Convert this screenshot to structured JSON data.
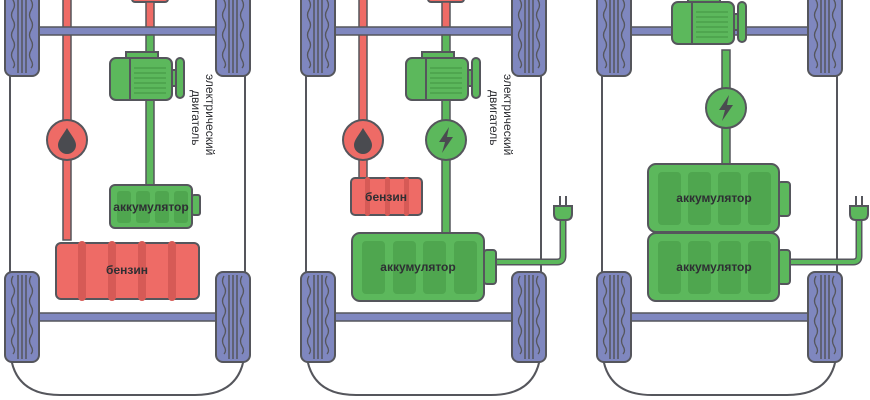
{
  "colors": {
    "outline": "#55565c",
    "wheel": "#7f87bf",
    "axle": "#7f87bf",
    "fuel": "#ee6b66",
    "fuel_dark": "#d65a56",
    "electric": "#5cb85c",
    "electric_dark": "#4fa64f",
    "icon_dark": "#4a4b50",
    "background": "#ffffff"
  },
  "panels": [
    {
      "id": "hybrid",
      "motor_label_line1": "электрический",
      "motor_label_line2": "двигатель",
      "battery_label": "аккумулятор",
      "fuel_tank_label": "бензин",
      "fuel_icon": "fuel-drop-icon"
    },
    {
      "id": "plugin-hybrid",
      "motor_label_line1": "электрический",
      "motor_label_line2": "двигатель",
      "battery_label": "аккумулятор",
      "fuel_tank_label": "бензин",
      "fuel_icon": "fuel-drop-icon",
      "electric_icon": "lightning-bolt-icon",
      "plug_icon": "power-plug-icon"
    },
    {
      "id": "electric",
      "battery_labels": [
        "аккумулятор",
        "аккумулятор"
      ],
      "electric_icon": "lightning-bolt-icon",
      "plug_icon": "power-plug-icon"
    }
  ]
}
